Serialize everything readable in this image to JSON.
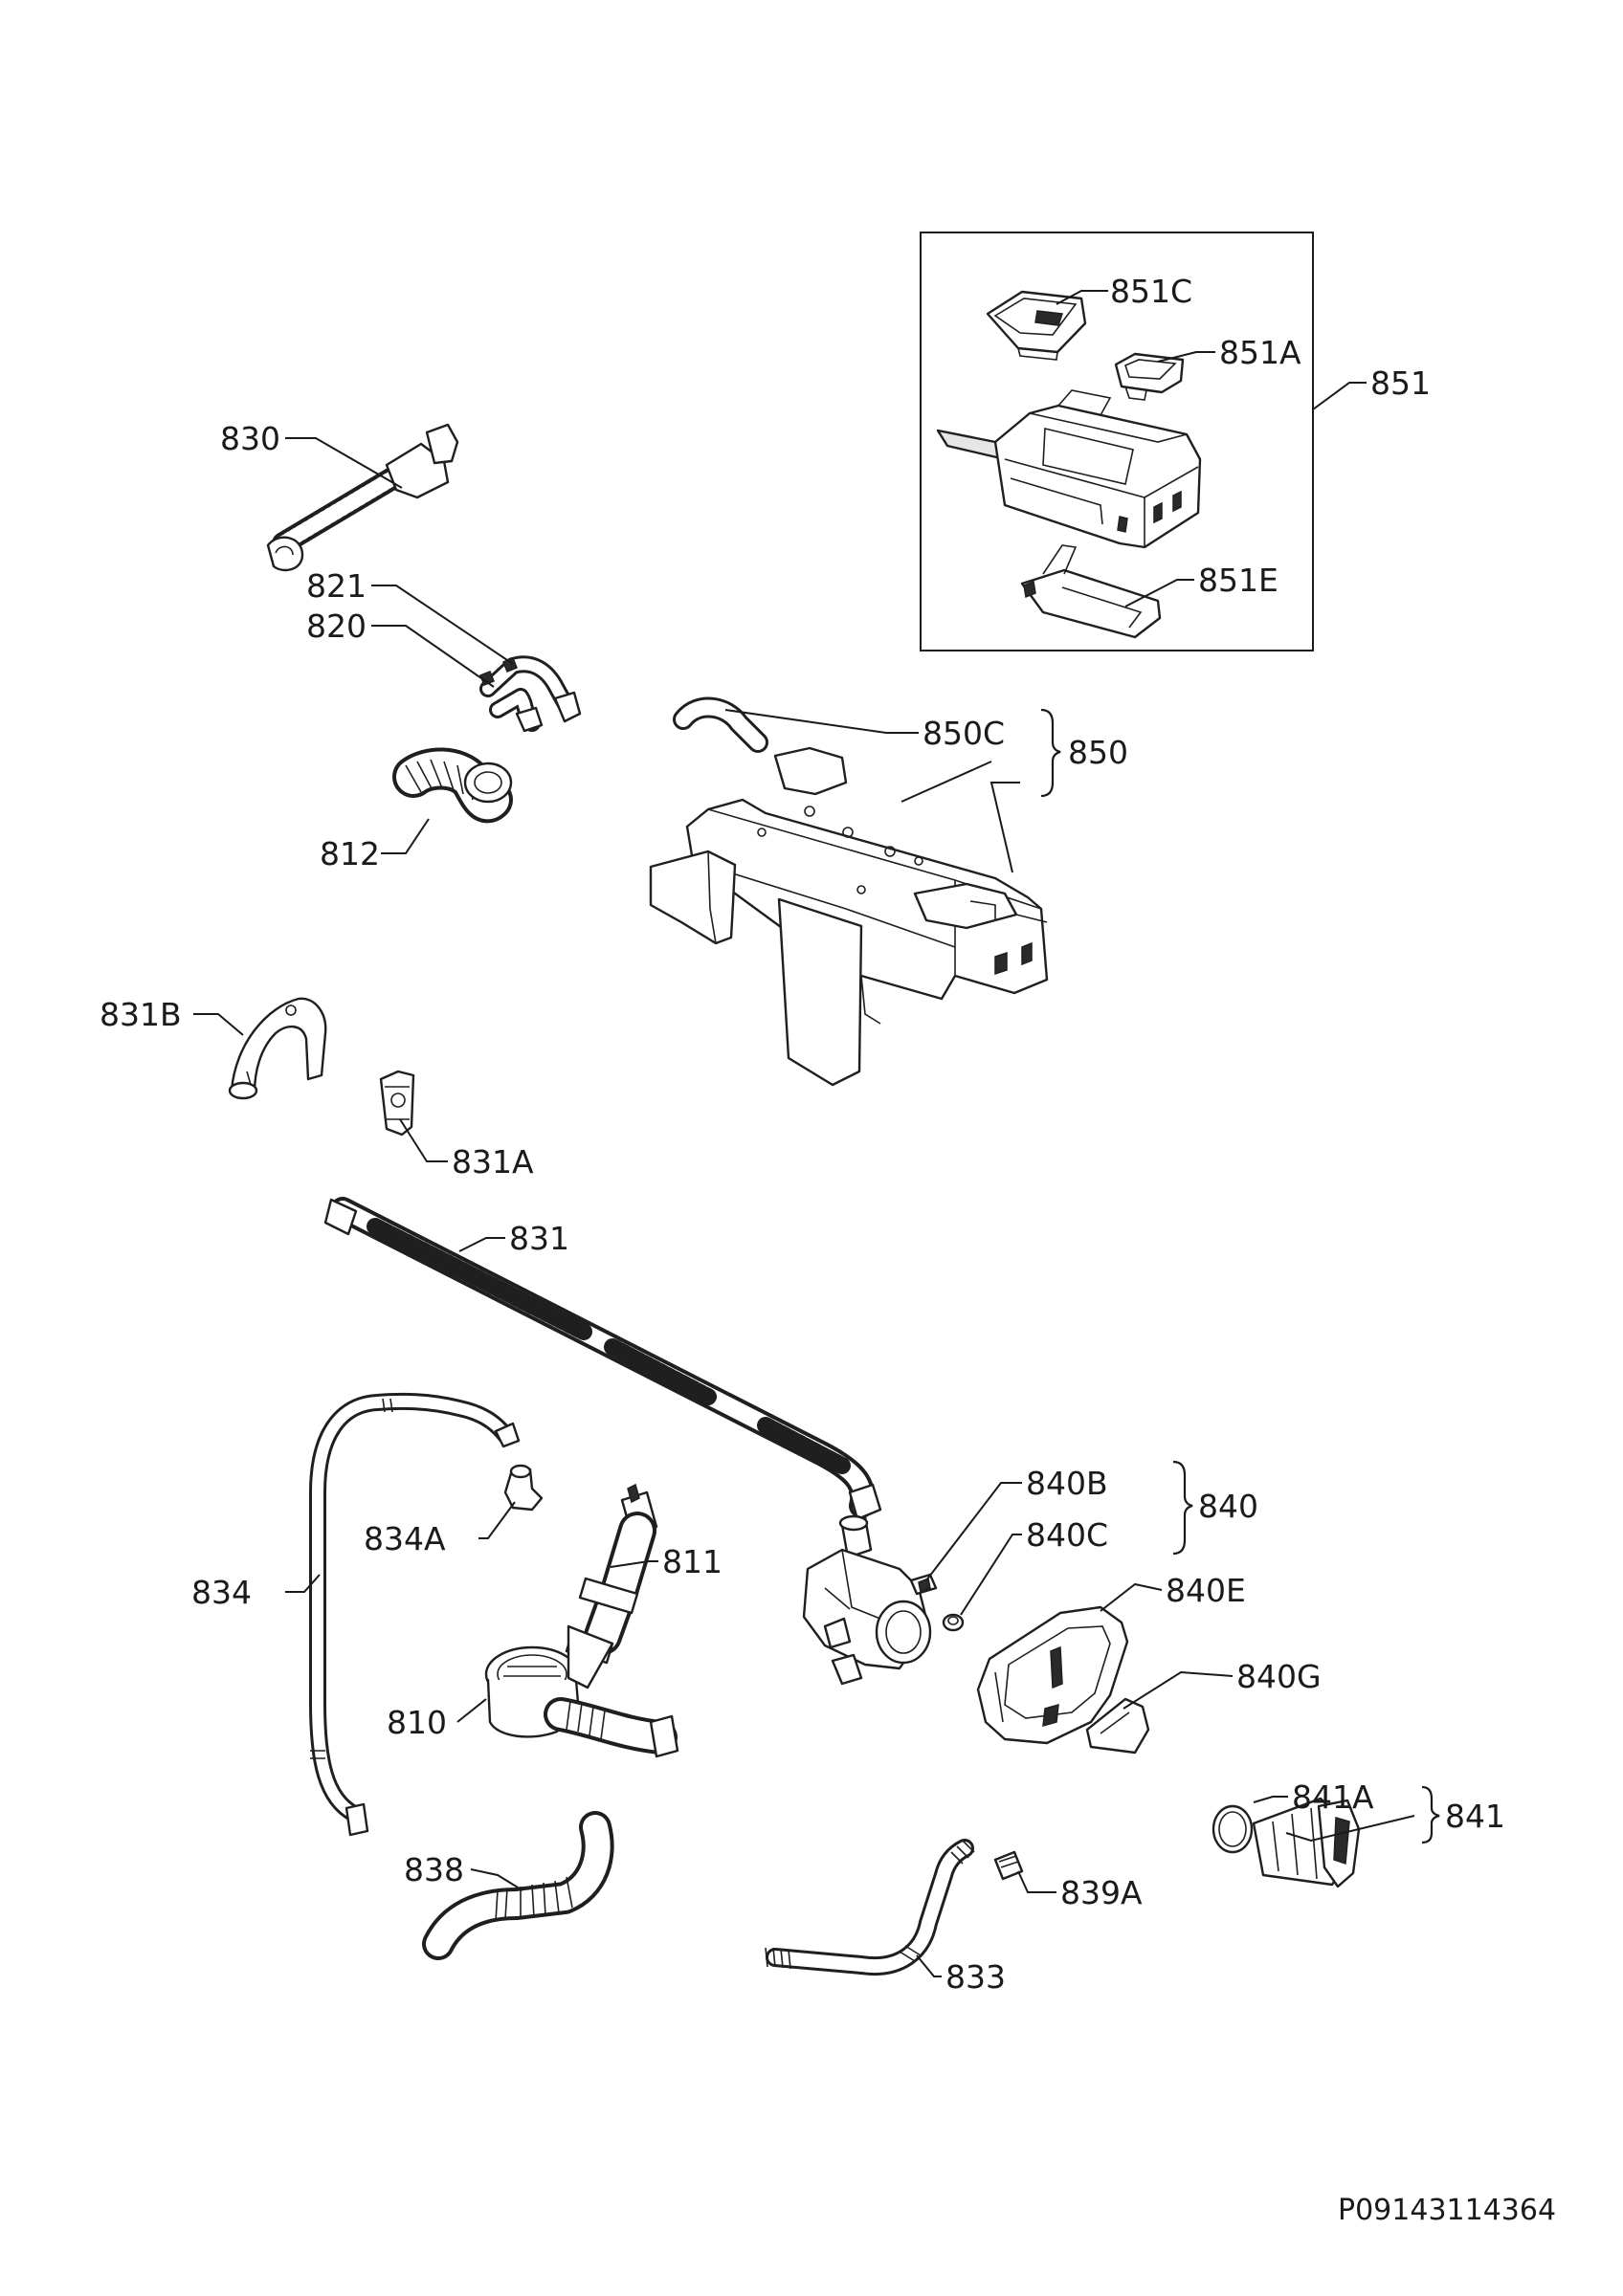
{
  "labels": {
    "p851C": "851C",
    "p851A": "851A",
    "p851": "851",
    "p851E": "851E",
    "p830": "830",
    "p821": "821",
    "p820": "820",
    "p812": "812",
    "p850C": "850C",
    "p850": "850",
    "p831B": "831B",
    "p831A": "831A",
    "p831": "831",
    "p840B": "840B",
    "p840": "840",
    "p840C": "840C",
    "p811": "811",
    "p834A": "834A",
    "p834": "834",
    "p840E": "840E",
    "p840G": "840G",
    "p810": "810",
    "p841A": "841A",
    "p841": "841",
    "p838": "838",
    "p839A": "839A",
    "p833": "833"
  },
  "reference_code": "P09143114364"
}
